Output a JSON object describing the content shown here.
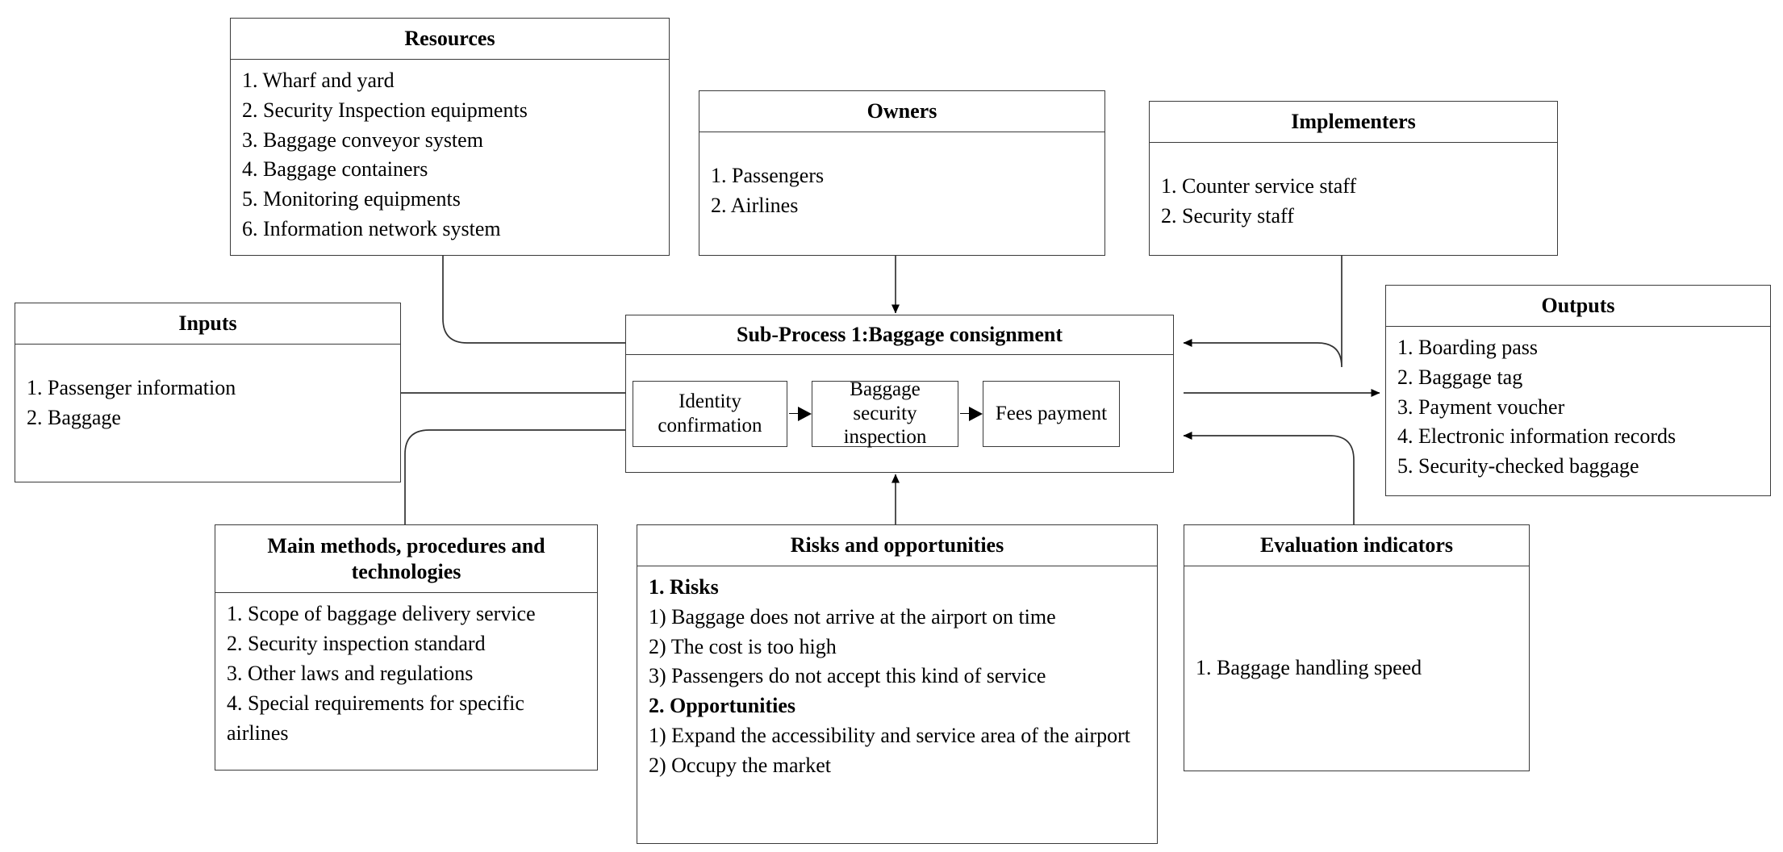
{
  "diagram": {
    "title": "Sub-Process 1 IDEF0-style context diagram for baggage consignment",
    "line_color": "#3a3a3a",
    "background": "#ffffff"
  },
  "boxes": {
    "resources": {
      "title": "Resources",
      "items": [
        "1. Wharf and yard",
        "2. Security Inspection equipments",
        "3. Baggage conveyor system",
        "4. Baggage containers",
        "5. Monitoring equipments",
        "6. Information network system"
      ]
    },
    "owners": {
      "title": "Owners",
      "items": [
        "1. Passengers",
        "2. Airlines"
      ]
    },
    "implementers": {
      "title": "Implementers",
      "items": [
        "1. Counter service staff",
        "2. Security staff"
      ]
    },
    "inputs": {
      "title": "Inputs",
      "items": [
        "1. Passenger information",
        "2. Baggage"
      ]
    },
    "outputs": {
      "title": "Outputs",
      "items": [
        "1. Boarding pass",
        "2. Baggage tag",
        "3. Payment voucher",
        "4. Electronic information records",
        "5. Security-checked baggage"
      ]
    },
    "methods": {
      "title": "Main methods, procedures and technologies",
      "items": [
        "1. Scope of baggage delivery service",
        "2. Security inspection standard",
        "3. Other laws and regulations",
        "4. Special requirements for specific airlines"
      ]
    },
    "risks": {
      "title": "Risks and opportunities",
      "items": [
        {
          "text": "1. Risks",
          "bold": true
        },
        {
          "text": "1) Baggage does not arrive at the airport on time",
          "bold": false
        },
        {
          "text": "2) The cost is too high",
          "bold": false
        },
        {
          "text": "3) Passengers do not accept this kind of service",
          "bold": false
        },
        {
          "text": "2. Opportunities",
          "bold": true
        },
        {
          "text": "1) Expand the accessibility and service area of the airport",
          "bold": false
        },
        {
          "text": "2) Occupy the market",
          "bold": false
        }
      ]
    },
    "evaluation": {
      "title": "Evaluation indicators",
      "items": [
        "1. Baggage handling speed"
      ]
    },
    "subprocess": {
      "title": "Sub-Process 1:Baggage consignment",
      "steps": [
        "Identity confirmation",
        "Baggage security inspection",
        "Fees payment"
      ]
    }
  }
}
